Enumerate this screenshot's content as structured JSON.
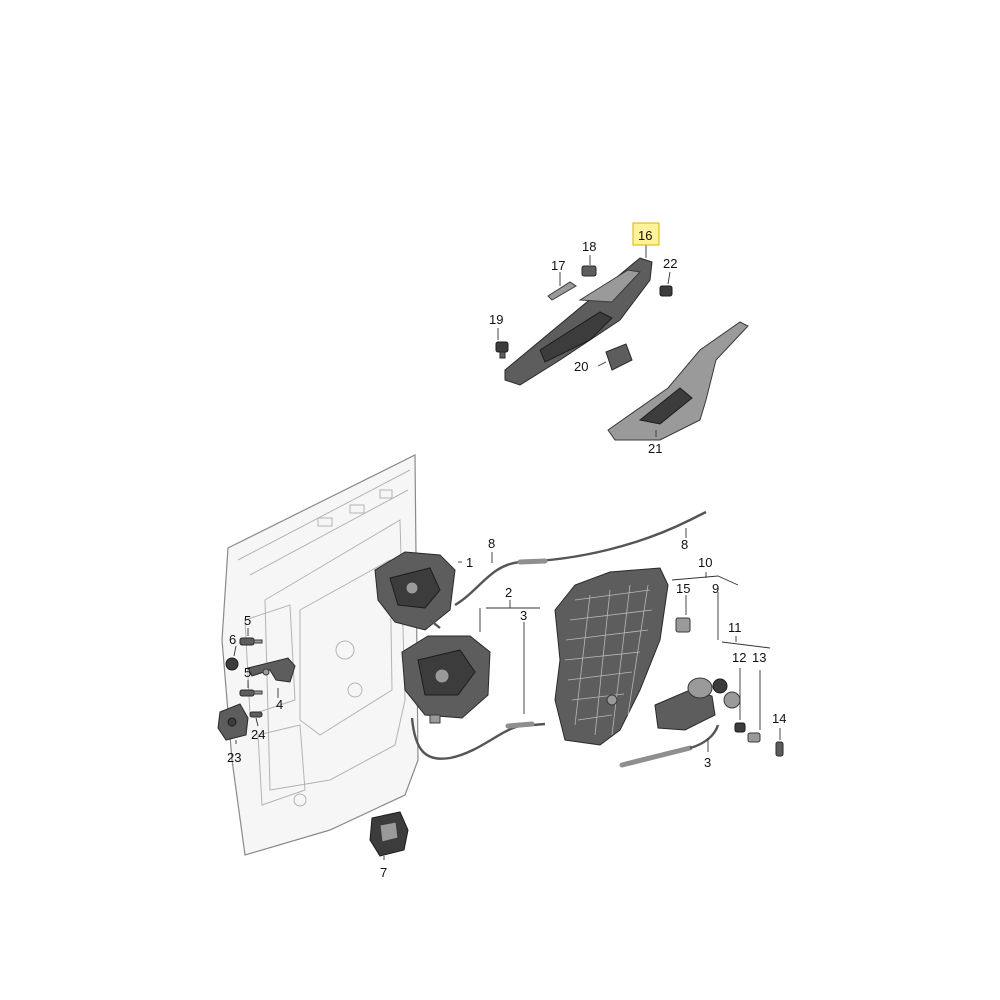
{
  "diagram": {
    "callouts": [
      "1",
      "2",
      "3",
      "3",
      "4",
      "5",
      "5",
      "6",
      "7",
      "8",
      "8",
      "9",
      "10",
      "11",
      "12",
      "13",
      "14",
      "15",
      "16",
      "17",
      "18",
      "19",
      "20",
      "21",
      "22",
      "23",
      "24"
    ],
    "highlighted_callout": "16",
    "colors": {
      "highlight": "#fff29a",
      "part": "#5d5d5d",
      "door": "#f6f6f6"
    }
  }
}
